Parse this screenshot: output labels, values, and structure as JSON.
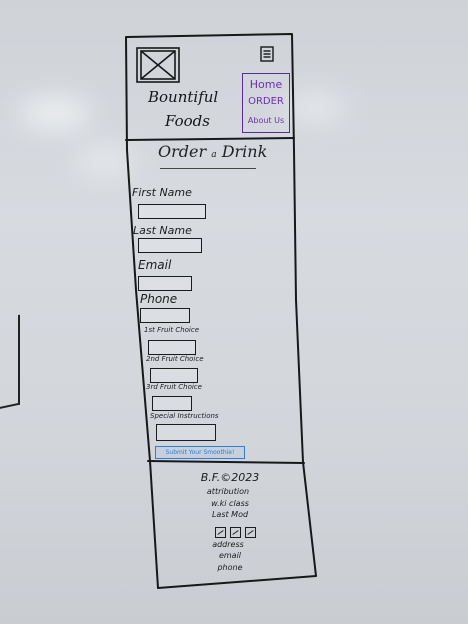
{
  "header": {
    "logo_image_icon": "image-placeholder-icon",
    "menu_icon": "hamburger-menu-icon",
    "brand_line1": "Bountiful",
    "brand_line2": "Foods"
  },
  "nav": {
    "items": [
      {
        "label": "Home"
      },
      {
        "label": "ORDER"
      },
      {
        "label": "About Us"
      }
    ],
    "accent_color": "#6a2fb8"
  },
  "order": {
    "title_main": "Order",
    "title_amp": "a",
    "title_end": "Drink"
  },
  "form": {
    "fields": [
      {
        "label": "First Name"
      },
      {
        "label": "Last Name"
      },
      {
        "label": "Email"
      },
      {
        "label": "Phone"
      },
      {
        "label": "1st Fruit Choice"
      },
      {
        "label": "2nd Fruit Choice"
      },
      {
        "label": "3rd Fruit Choice"
      },
      {
        "label": "Special Instructions"
      }
    ],
    "submit_label": "Submit Your Smoothie!",
    "submit_color": "#2c7fd6"
  },
  "footer": {
    "copyright": "B.F.©2023",
    "attribution": "attribution",
    "wiki": "w.ki class",
    "last_mod": "Last Mod",
    "social_icons": [
      "social-icon",
      "social-icon",
      "social-icon"
    ],
    "address": "address",
    "email": "email",
    "phone": "phone"
  }
}
